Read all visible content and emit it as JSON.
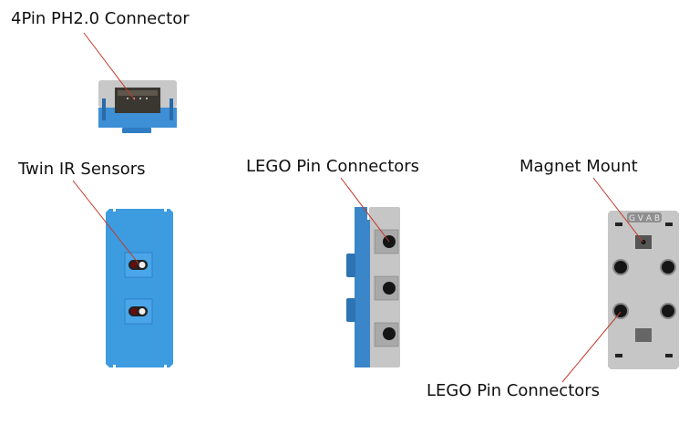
{
  "labels": {
    "connector": "4Pin PH2.0 Connector",
    "ir_sensors": "Twin IR Sensors",
    "lego_side": "LEGO Pin Connectors",
    "magnet": "Magnet Mount",
    "lego_back": "LEGO Pin Connectors"
  },
  "back_pin_labels": "G V A B",
  "colors": {
    "body_blue": "#3d9be0",
    "body_blue_dark": "#2e78b8",
    "shell_grey": "#c6c6c6",
    "leader_line": "#c0392b",
    "hole": "#151515"
  },
  "views": [
    "top-view",
    "front-view",
    "side-view",
    "back-view"
  ]
}
